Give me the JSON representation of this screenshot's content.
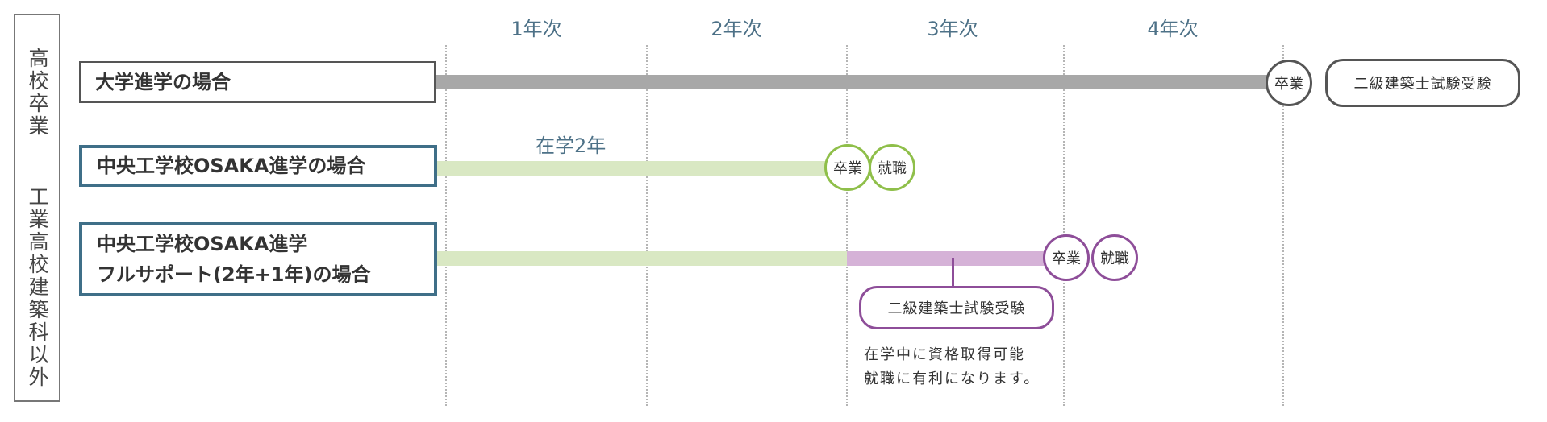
{
  "side_label": {
    "top": "高校卒業",
    "bottom": "工業高校建築科以外"
  },
  "years": [
    "1年次",
    "2年次",
    "3年次",
    "4年次"
  ],
  "rows": [
    {
      "label": "大学進学の場合",
      "end_circles": [
        "卒業"
      ],
      "pill": "二級建築士試験受験"
    },
    {
      "label": "中央工学校OSAKA進学の場合",
      "bar_label": "在学2年",
      "end_circles": [
        "卒業",
        "就職"
      ]
    },
    {
      "label_lines": [
        "中央工学校OSAKA進学",
        "フルサポート(2年+1年)の場合"
      ],
      "end_circles": [
        "卒業",
        "就職"
      ],
      "pill": "二級建築士試験受験",
      "note_lines": [
        "在学中に資格取得可能",
        "就職に有利になります。"
      ]
    }
  ],
  "colors": {
    "gray_bar": "#a8a8a8",
    "green_bar": "#d9e8c3",
    "purple_bar": "#d5b2d7",
    "blue_border": "#3f6f88",
    "green_circle": "#8fbf4a",
    "purple_circle": "#8e4e99",
    "year_text": "#4d7187"
  }
}
